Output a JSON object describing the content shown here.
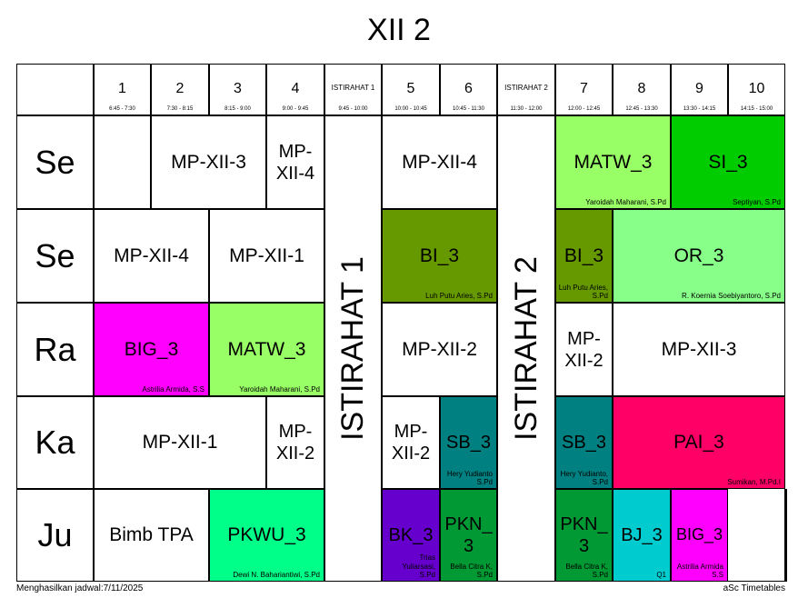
{
  "title": "XII 2",
  "header": [
    {
      "num": "1",
      "time": "6:45 - 7:30"
    },
    {
      "num": "2",
      "time": "7:30 - 8:15"
    },
    {
      "num": "3",
      "time": "8:15 - 9:00"
    },
    {
      "num": "4",
      "time": "9:00 - 9:45"
    },
    {
      "break": "ISTIRAHAT 1",
      "time": "9:45 - 10:00"
    },
    {
      "num": "5",
      "time": "10:00 - 10:45"
    },
    {
      "num": "6",
      "time": "10:45 - 11:30"
    },
    {
      "break": "ISTIRAHAT 2",
      "time": "11:30 - 12:00"
    },
    {
      "num": "7",
      "time": "12:00 - 12:45"
    },
    {
      "num": "8",
      "time": "12:45 - 13:30"
    },
    {
      "num": "9",
      "time": "13:30 - 14:15"
    },
    {
      "num": "10",
      "time": "14:15 - 15:00"
    }
  ],
  "days": [
    "Se",
    "Se",
    "Ra",
    "Ka",
    "Ju"
  ],
  "breaks": [
    "ISTIRAHAT 1",
    "ISTIRAHAT 2"
  ],
  "lessons": [
    {
      "name": "MP-XII-3",
      "teacher": "",
      "color": "#ffffff"
    },
    {
      "name": "MP-XII-4",
      "teacher": "",
      "color": "#ffffff"
    },
    {
      "name": "MP-XII-4",
      "teacher": "",
      "color": "#ffffff"
    },
    {
      "name": "MATW_3",
      "teacher": "Yaroidah Maharani, S.Pd",
      "color": "#99ff66"
    },
    {
      "name": "SI_3",
      "teacher": "Septiyan, S.Pd",
      "color": "#00cc00"
    },
    {
      "name": "MP-XII-4",
      "teacher": "",
      "color": "#ffffff"
    },
    {
      "name": "MP-XII-1",
      "teacher": "",
      "color": "#ffffff"
    },
    {
      "name": "BI_3",
      "teacher": "Luh Putu Aries, S.Pd",
      "color": "#669900"
    },
    {
      "name": "BI_3",
      "teacher": "Luh Putu Aries, S.Pd",
      "color": "#669900"
    },
    {
      "name": "OR_3",
      "teacher": "R. Koernia Soebiyantoro, S.Pd",
      "color": "#88ff88"
    },
    {
      "name": "BIG_3",
      "teacher": "Astrilia Armida, S.S",
      "color": "#ff00ff"
    },
    {
      "name": "MATW_3",
      "teacher": "Yaroidah Maharani, S.Pd",
      "color": "#99ff66"
    },
    {
      "name": "MP-XII-2",
      "teacher": "",
      "color": "#ffffff"
    },
    {
      "name": "MP-XII-2",
      "teacher": "",
      "color": "#ffffff"
    },
    {
      "name": "MP-XII-3",
      "teacher": "",
      "color": "#ffffff"
    },
    {
      "name": "MP-XII-1",
      "teacher": "",
      "color": "#ffffff"
    },
    {
      "name": "MP-XII-2",
      "teacher": "",
      "color": "#ffffff"
    },
    {
      "name": "MP-XII-2",
      "teacher": "",
      "color": "#ffffff"
    },
    {
      "name": "SB_3",
      "teacher": "Hery Yudianto S.Pd",
      "color": "#008080"
    },
    {
      "name": "SB_3",
      "teacher": "Hery Yudianto, S.Pd",
      "color": "#008080"
    },
    {
      "name": "PAI_3",
      "teacher": "Sumikan, M.Pd.I",
      "color": "#ff0066"
    },
    {
      "name": "Bimb TPA",
      "teacher": "",
      "color": "#ffffff"
    },
    {
      "name": "PKWU_3",
      "teacher": "Dewi N. Bahariantiwi, S.Pd",
      "color": "#00ff88"
    },
    {
      "name": "BK_3",
      "teacher": "Trias Yuliarsasi, S.Pd",
      "color": "#6600cc"
    },
    {
      "name": "PKN_3",
      "teacher": "Bella Citra K, S.Pd",
      "color": "#009933"
    },
    {
      "name": "PKN_3",
      "teacher": "Bella Citra K, S.Pd",
      "color": "#009933"
    },
    {
      "name": "BJ_3",
      "teacher": "Q1",
      "color": "#00ccd0"
    },
    {
      "name": "BIG_3",
      "teacher": "Astrilia Armida S.S",
      "color": "#ff00ff"
    }
  ],
  "footer": {
    "left": "Menghasilkan jadwal:7/11/2025",
    "right": "aSc Timetables"
  }
}
